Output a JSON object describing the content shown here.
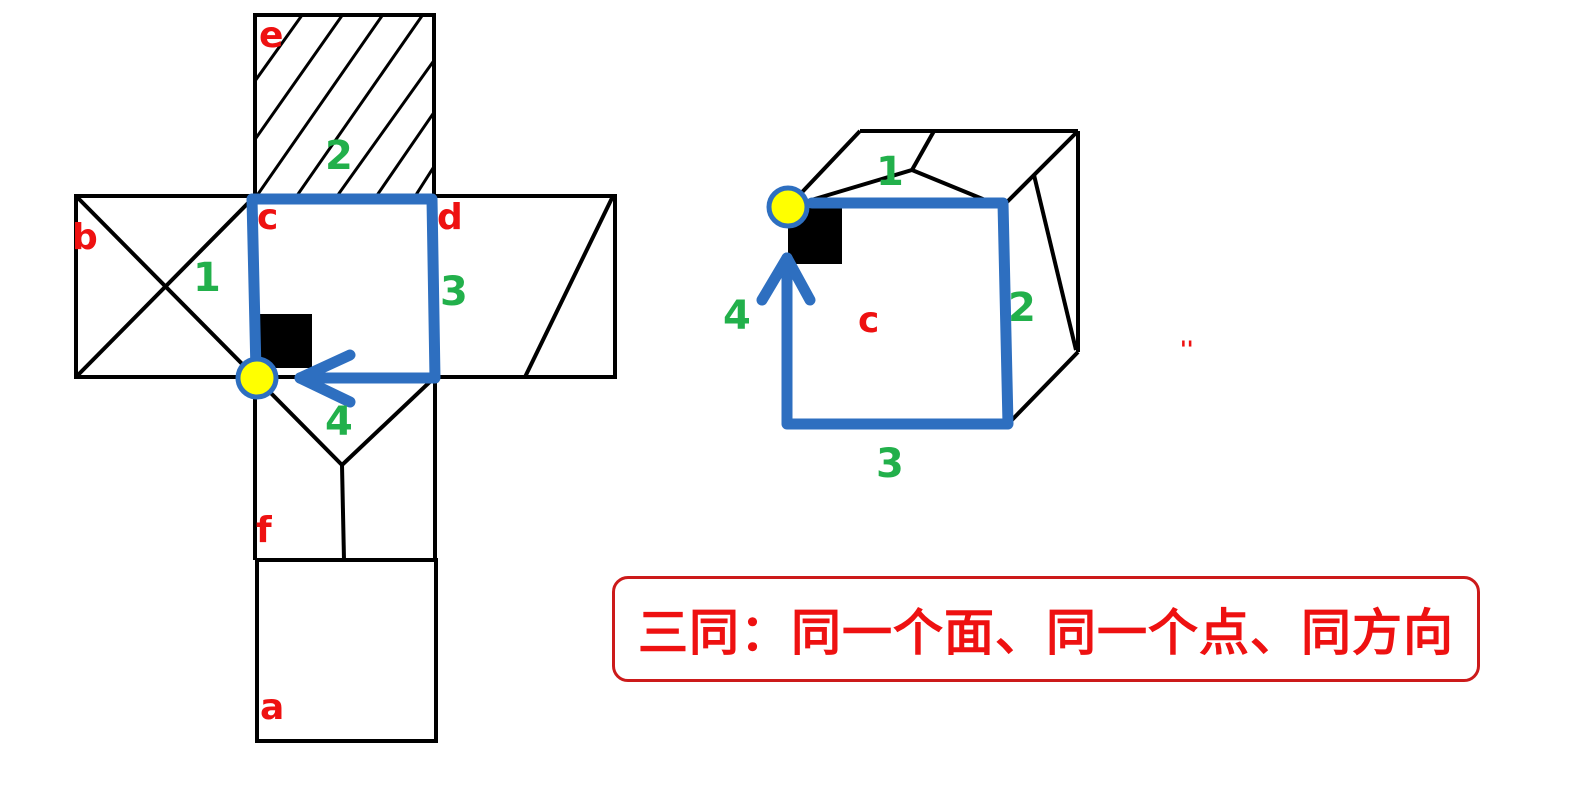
{
  "net": {
    "faces": {
      "e": "e",
      "b": "b",
      "c": "c",
      "d": "d",
      "f": "f",
      "a": "a"
    },
    "steps": {
      "s1": "1",
      "s2": "2",
      "s3": "3",
      "s4": "4"
    }
  },
  "cube": {
    "face": "c",
    "steps": {
      "s1": "1",
      "s2": "2",
      "s3": "3",
      "s4": "4"
    }
  },
  "rule": {
    "text": "三同：同一个面、同一个点、同方向"
  },
  "stray_mark": "ꞌ'",
  "colors": {
    "path": "#2e6fc0",
    "marker_fill": "#ffff00",
    "marker_ring": "#2e6fc0",
    "face_label": "#ee1111",
    "step_label": "#22b04b",
    "rule_border": "#cc1a1a",
    "outline": "#000000"
  }
}
